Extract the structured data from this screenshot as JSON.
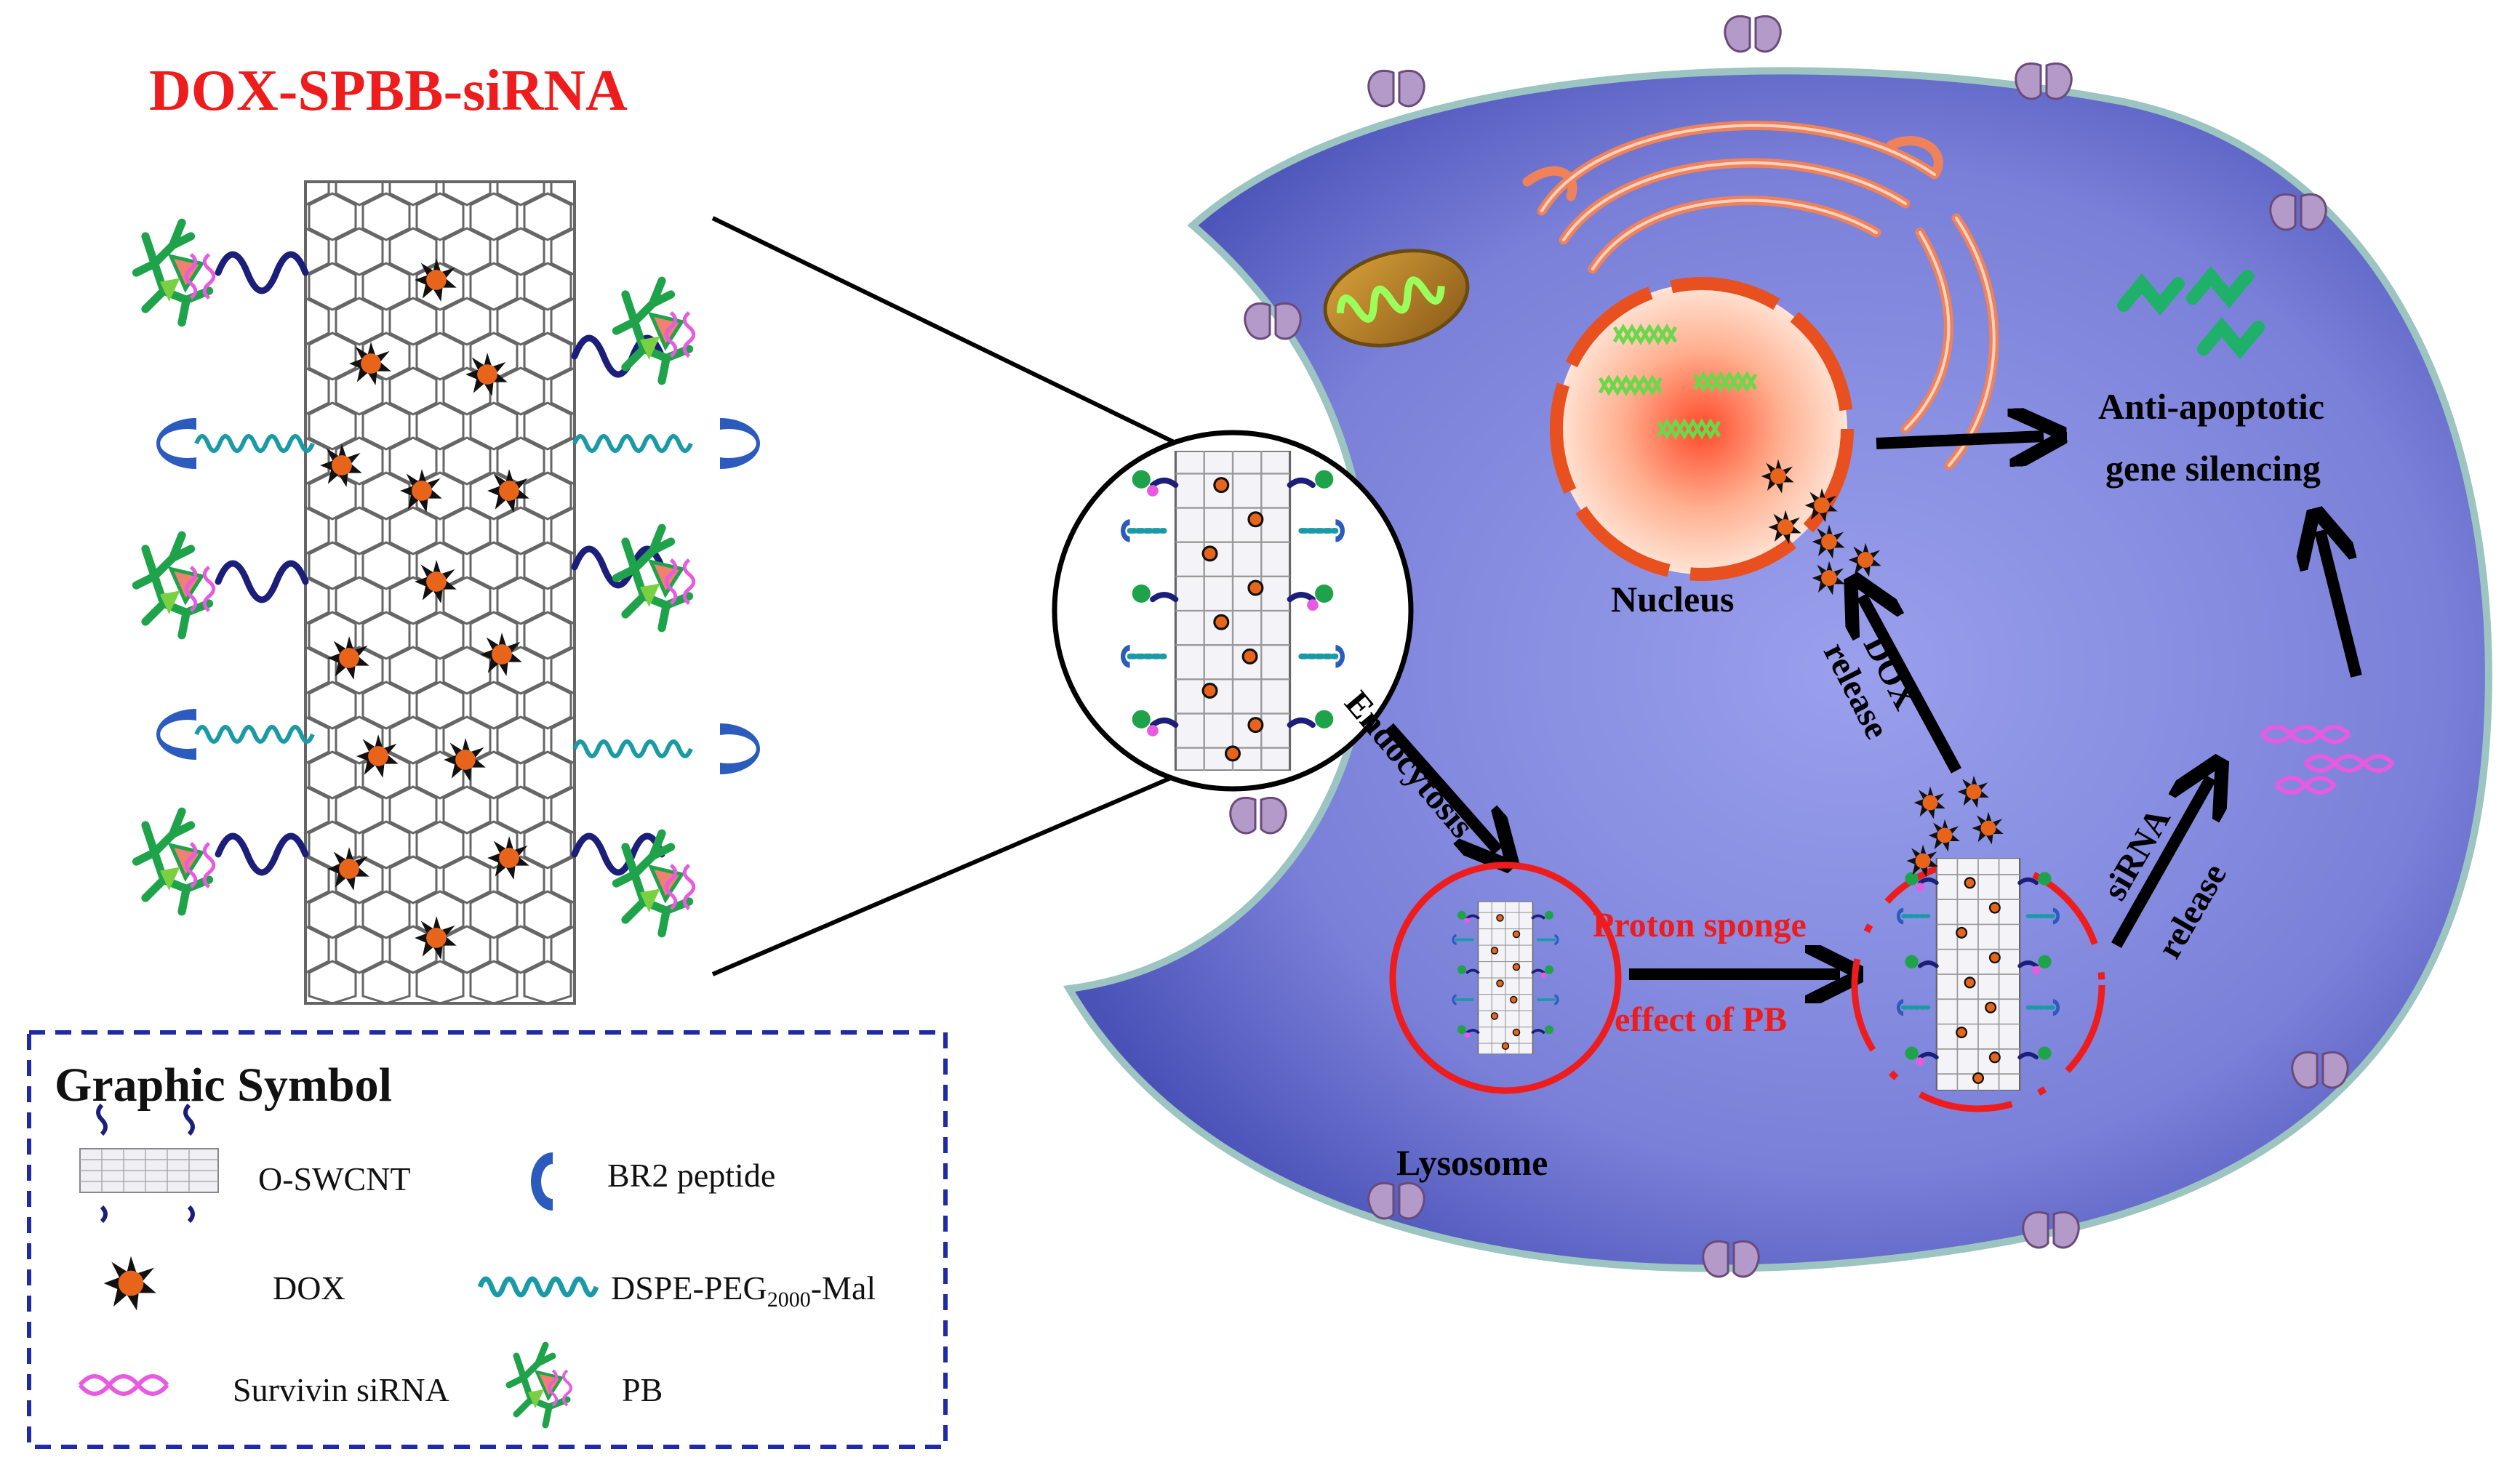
{
  "title": "DOX-SPBB-siRNA",
  "labels": {
    "nucleus": "Nucleus",
    "lysosome": "Lysosome",
    "endocytosis": "Endocytosis",
    "dox_release_1": "DOX",
    "dox_release_2": "release",
    "sirna_release_1": "siRNA",
    "sirna_release_2": "release",
    "proton_1": "Proton sponge",
    "proton_2": "effect of PB",
    "outcome_1": "Anti-apoptotic",
    "outcome_2": "gene silencing"
  },
  "legend": {
    "title": "Graphic Symbol",
    "o_swcnt": "O-SWCNT",
    "br2": "BR2 peptide",
    "dox": "DOX",
    "dspe_prefix": "DSPE-PEG",
    "dspe_sub": "2000",
    "dspe_suffix": "-Mal",
    "sirna": "Survivin siRNA",
    "pb": "PB"
  },
  "colors": {
    "title_red": "#ee1c1c",
    "cell_fill": "#7880d4",
    "cell_edge": "#9cc4c0",
    "dox_orange": "#e8641a",
    "sirna_pink": "#e85ae0",
    "peg_teal": "#1a9aa6",
    "br2_blue": "#2a5bbd",
    "linker_navy": "#1c1f7a",
    "pb_green": "#1fa34a",
    "nucleus_red": "#e85020",
    "legend_border": "#1f2aa6"
  }
}
